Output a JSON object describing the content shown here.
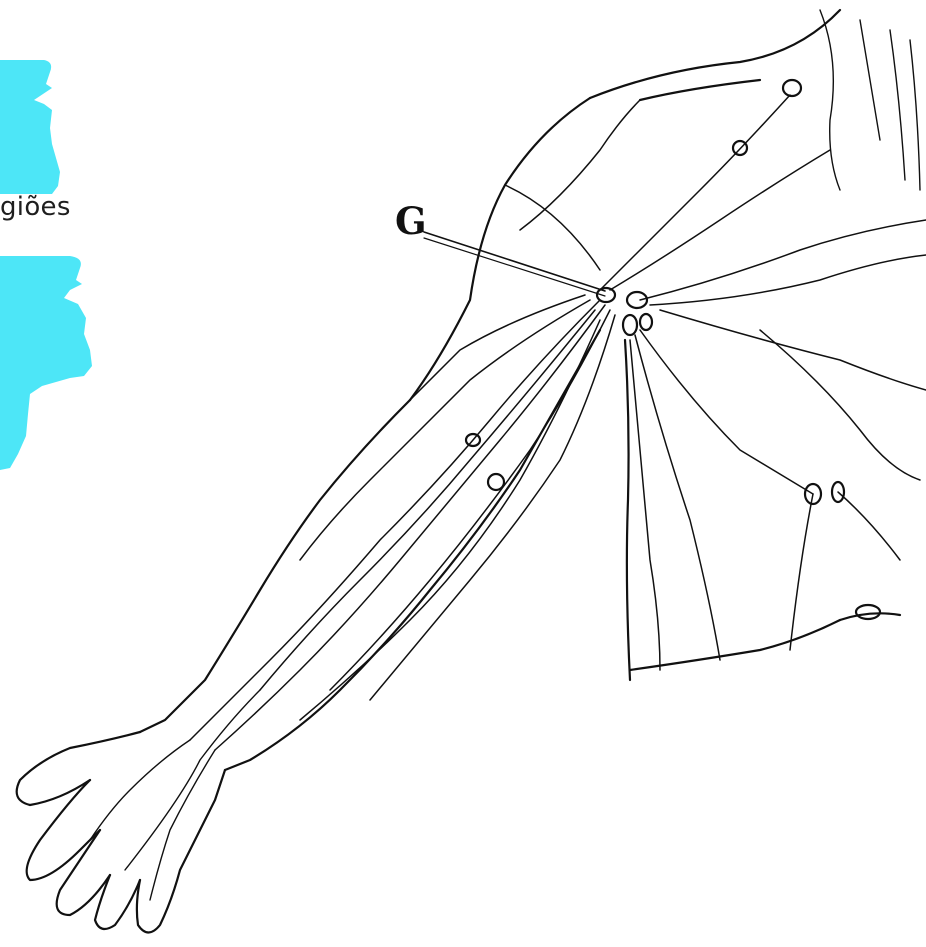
{
  "side_text": "giões",
  "figure_label": "G",
  "colors": {
    "accent_cyan": "#4de6f7",
    "ink": "#111111",
    "background": "#ffffff"
  },
  "illustration": {
    "subject": "arm-lymphatic-drawing"
  }
}
